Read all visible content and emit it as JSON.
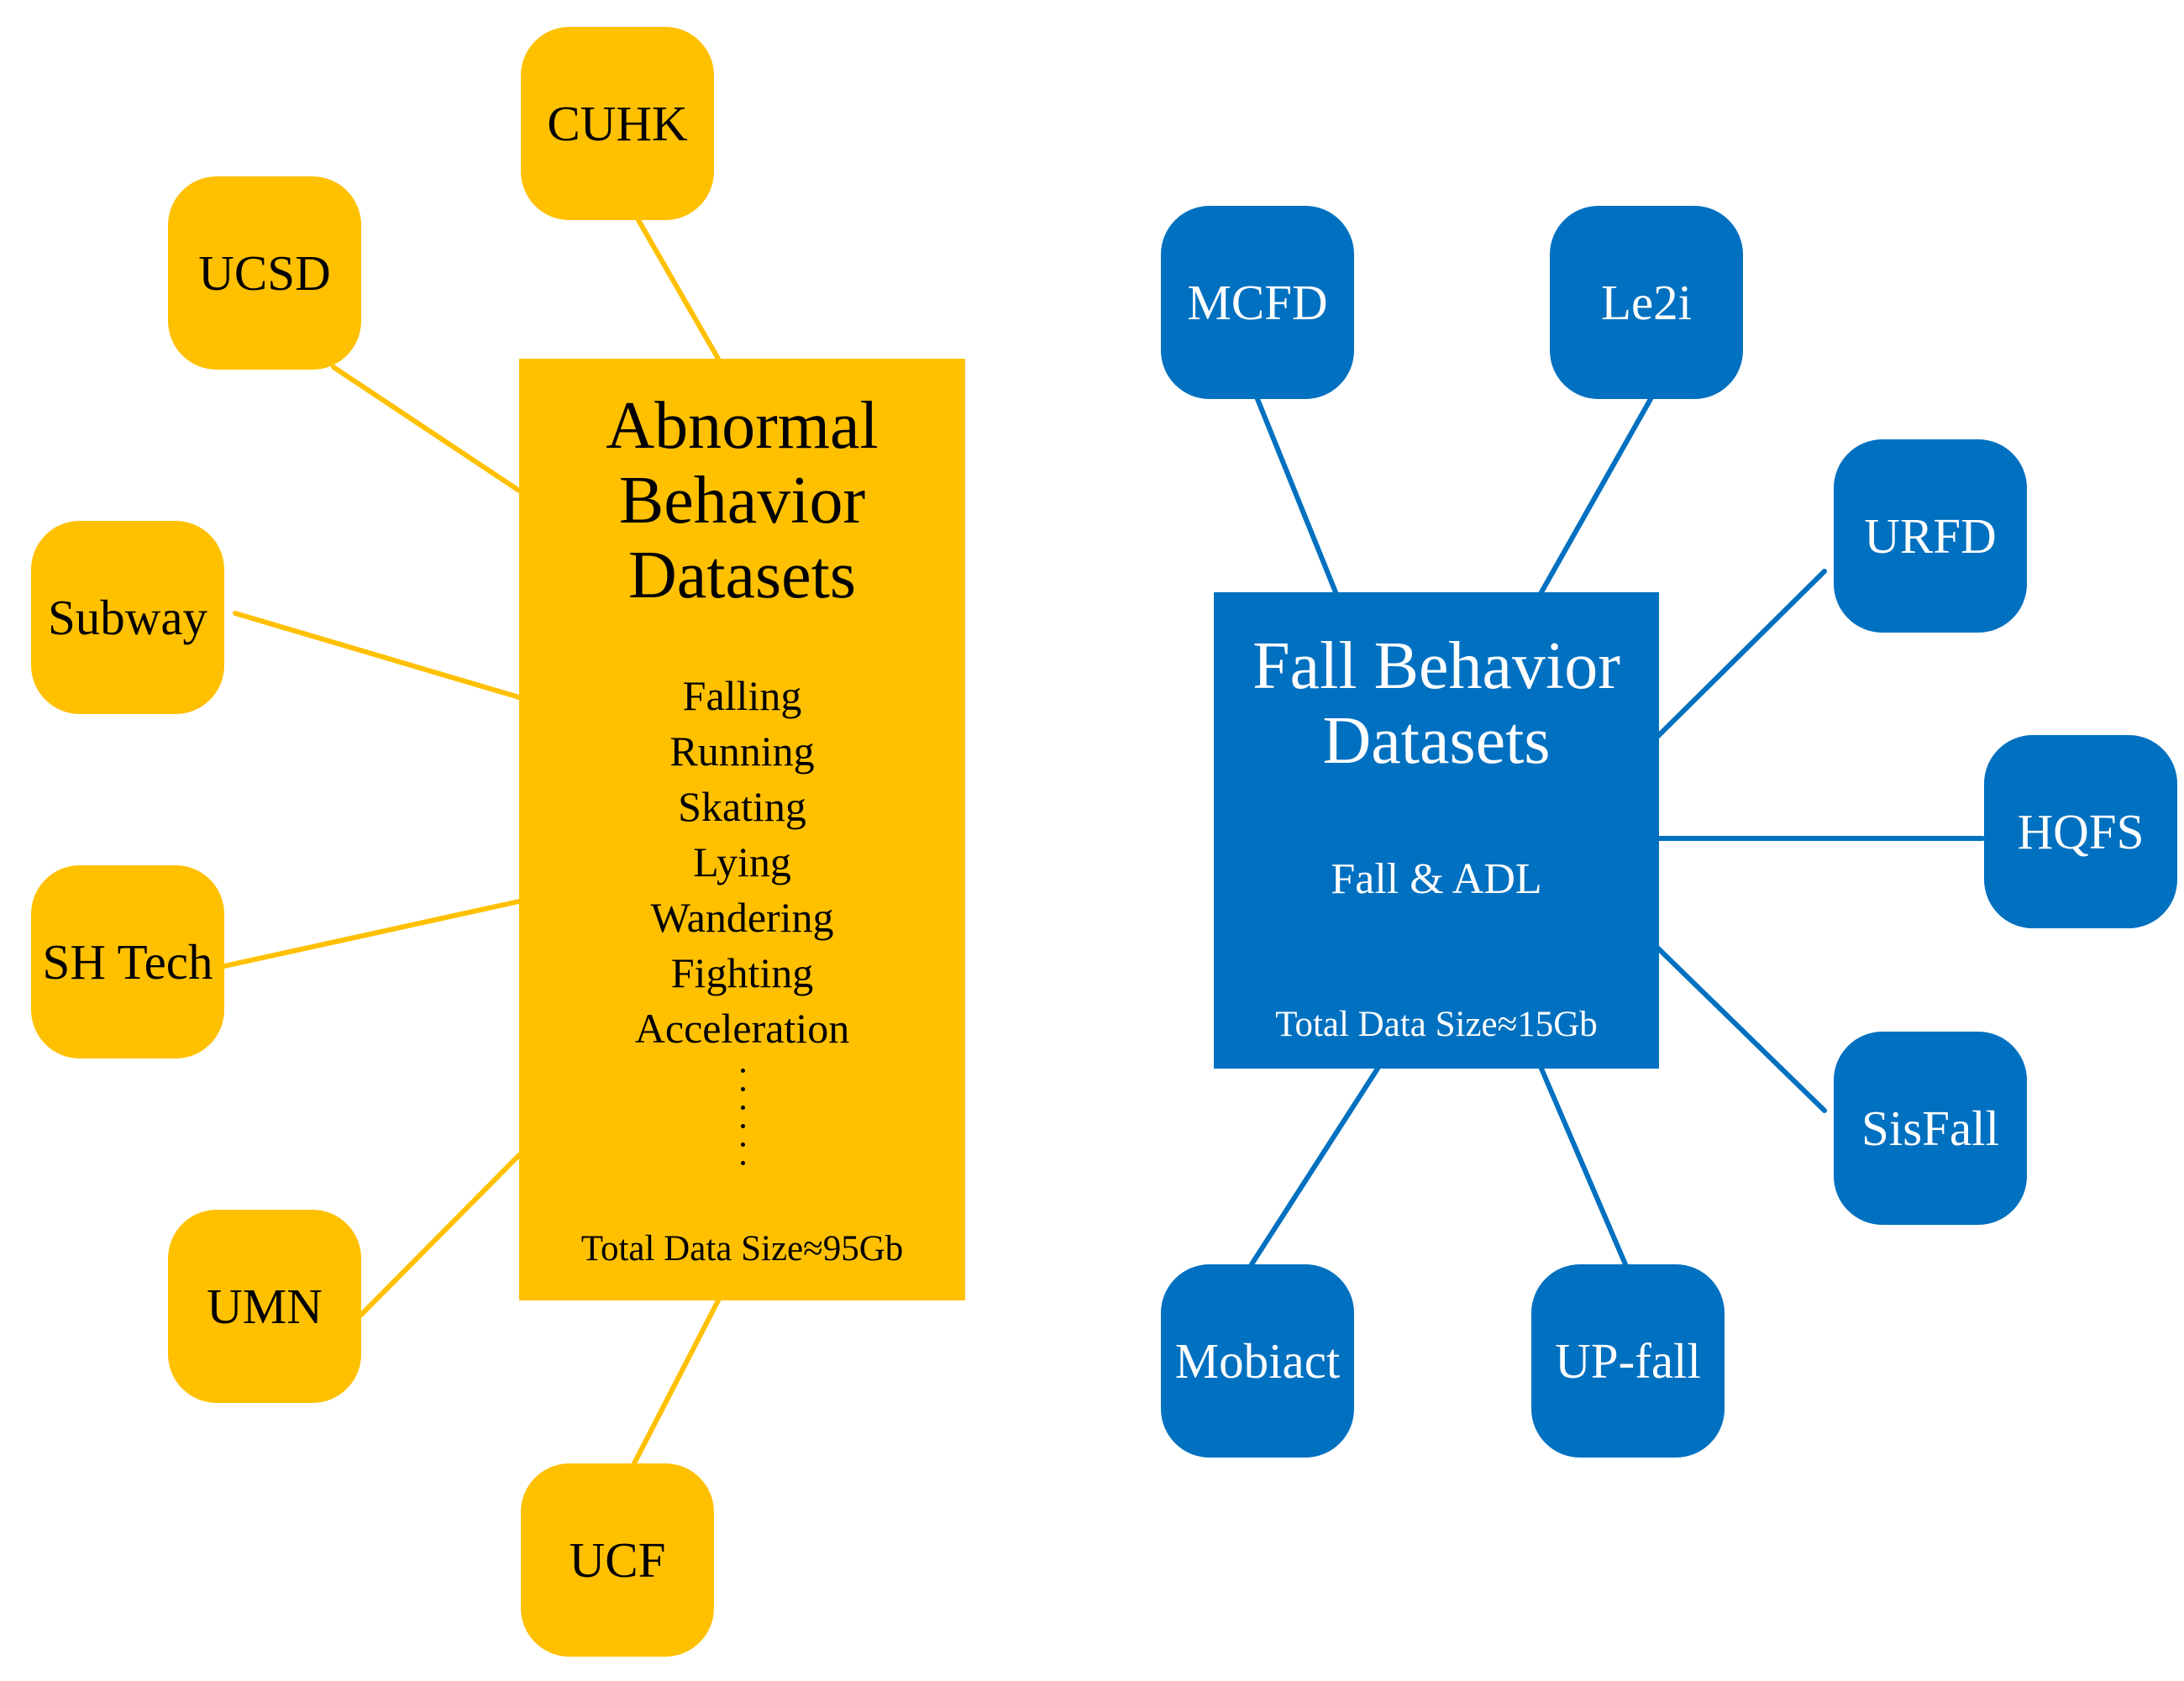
{
  "colors": {
    "abnormal": "#FFC000",
    "fall": "#0070C0"
  },
  "abnormal": {
    "title": [
      "Abnormal",
      "Behavior",
      "Datasets"
    ],
    "behaviors": [
      "Falling",
      "Running",
      "Skating",
      "Lying",
      "Wandering",
      "Fighting",
      "Acceleration"
    ],
    "more": "······",
    "total_size": "Total Data Size≈95Gb",
    "datasets": {
      "cuhk": "CUHK",
      "ucsd": "UCSD",
      "subway": "Subway",
      "shtech": "SH Tech",
      "umn": "UMN",
      "ucf": "UCF"
    }
  },
  "fall": {
    "title": [
      "Fall Behavior",
      "Datasets"
    ],
    "subtitle": "Fall & ADL",
    "total_size": "Total Data Size≈15Gb",
    "datasets": {
      "mcfd": "MCFD",
      "le2i": "Le2i",
      "urfd": "URFD",
      "hqfs": "HQFS",
      "sisfall": "SisFall",
      "upfall": "UP-fall",
      "mobiact": "Mobiact"
    }
  }
}
